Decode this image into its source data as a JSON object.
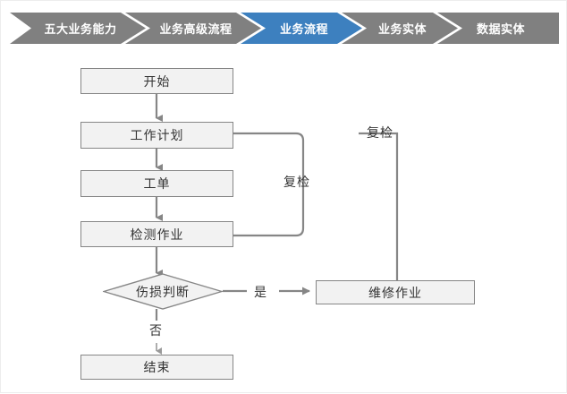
{
  "breadcrumb": {
    "active_color": "#3d80bf",
    "inactive_color": "#808080",
    "items": [
      {
        "label": "五大业务能力",
        "active": false
      },
      {
        "label": "业务高级流程",
        "active": false
      },
      {
        "label": "业务流程",
        "active": true
      },
      {
        "label": "业务实体",
        "active": false
      },
      {
        "label": "数据实体",
        "active": false
      }
    ]
  },
  "flowchart": {
    "node_fill": "#f2f2f2",
    "node_border": "#868686",
    "connector_color": "#868686",
    "nodes": [
      {
        "id": "start",
        "label": "开始",
        "shape": "rect"
      },
      {
        "id": "workplan",
        "label": "工作计划",
        "shape": "rect"
      },
      {
        "id": "workorder",
        "label": "工单",
        "shape": "rect"
      },
      {
        "id": "inspection",
        "label": "检测作业",
        "shape": "rect"
      },
      {
        "id": "decision",
        "label": "伤损判断",
        "shape": "diamond"
      },
      {
        "id": "repair",
        "label": "维修作业",
        "shape": "rect"
      },
      {
        "id": "end",
        "label": "结束",
        "shape": "rect"
      }
    ],
    "edge_labels": [
      {
        "id": "recheck-inner",
        "label": "复检"
      },
      {
        "id": "recheck-outer",
        "label": "复检"
      },
      {
        "id": "yes",
        "label": "是"
      },
      {
        "id": "no",
        "label": "否"
      }
    ]
  }
}
